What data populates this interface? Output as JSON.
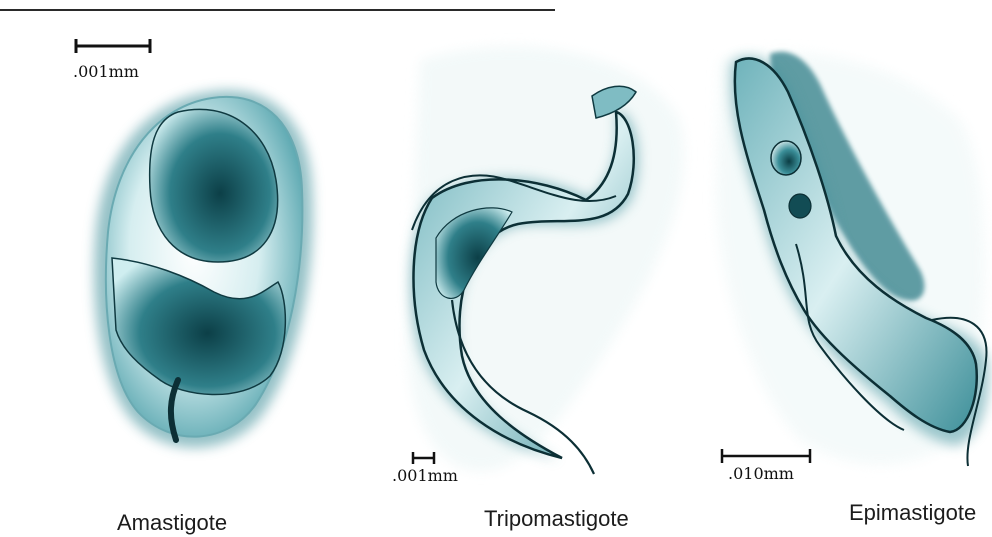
{
  "figure": {
    "colors": {
      "ink": "#0f2f35",
      "teal_dark": "#0e5f6b",
      "teal_mid": "#3f98a2",
      "teal_light": "#bfe3e6",
      "wash": "#e8f4f5"
    },
    "panels": [
      {
        "caption": "Amastigote",
        "scale_label": ".001mm"
      },
      {
        "caption": "Tripomastigote",
        "scale_label": ".001mm"
      },
      {
        "caption": "Epimastigote",
        "scale_label": ".010mm"
      }
    ]
  }
}
